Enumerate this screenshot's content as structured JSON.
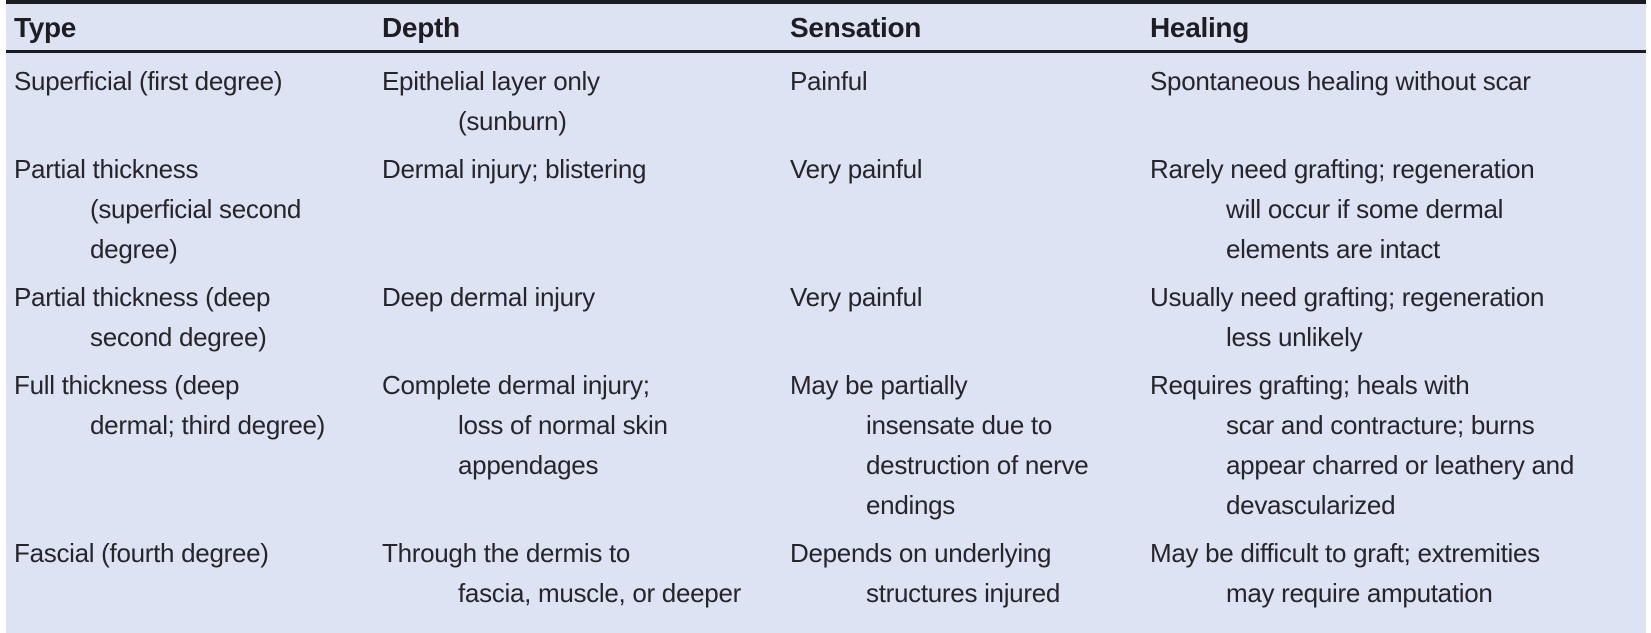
{
  "colors": {
    "page_background": "#ffffff",
    "table_background": "#dde3f2",
    "rule": "#1b1b22",
    "text": "#26252b"
  },
  "table": {
    "headers": [
      "Type",
      "Depth",
      "Sensation",
      "Healing"
    ],
    "rows": [
      [
        "Superficial (first degree)",
        "Epithelial layer only\n(sunburn)",
        "Painful",
        "Spontaneous healing without scar"
      ],
      [
        "Partial thickness\n(superficial second\ndegree)",
        "Dermal injury; blistering",
        "Very painful",
        "Rarely need grafting; regeneration\nwill occur if some dermal\nelements are intact"
      ],
      [
        "Partial thickness (deep\nsecond degree)",
        "Deep dermal injury",
        "Very painful",
        "Usually need grafting; regeneration\nless unlikely"
      ],
      [
        "Full thickness (deep\ndermal; third degree)",
        "Complete dermal injury;\nloss of normal skin\nappendages",
        "May be partially\ninsensate due to\ndestruction of nerve\nendings",
        "Requires grafting; heals with\nscar and contracture; burns\nappear charred or leathery and\ndevascularized"
      ],
      [
        "Fascial (fourth degree)",
        "Through the dermis to\nfascia, muscle, or deeper",
        "Depends on underlying\nstructures injured",
        "May be difficult to graft; extremities\nmay require amputation"
      ]
    ]
  }
}
